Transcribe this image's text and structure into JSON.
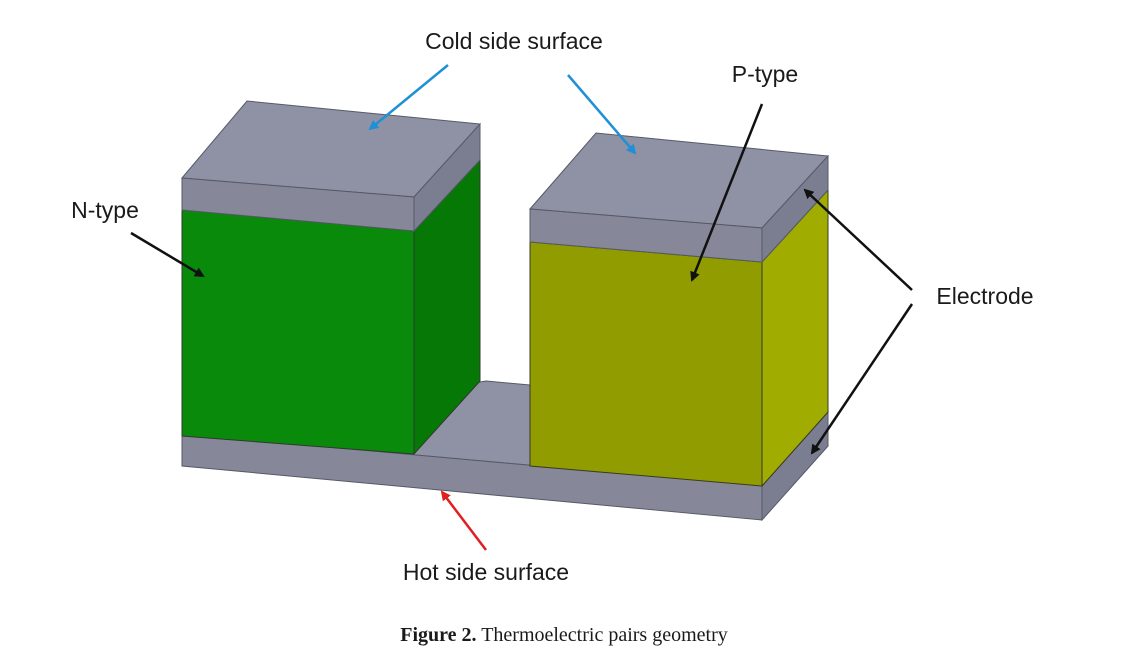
{
  "diagram": {
    "labels": {
      "cold_side": "Cold side surface",
      "p_type": "P-type",
      "n_type": "N-type",
      "electrode": "Electrode",
      "hot_side": "Hot side surface"
    },
    "colors": {
      "electrode_top": "#8f92a4",
      "electrode_front": "#868899",
      "electrode_side": "#7b7e90",
      "n_type_front": "#0a8a0a",
      "n_type_side": "#067806",
      "p_type_front": "#909c00",
      "p_type_side": "#a0ac00",
      "cold_arrow": "#1f8fd6",
      "hot_arrow": "#e02020",
      "pointer_arrow": "#111111"
    }
  },
  "caption": {
    "label": "Figure 2.",
    "text": "Thermoelectric pairs geometry"
  }
}
